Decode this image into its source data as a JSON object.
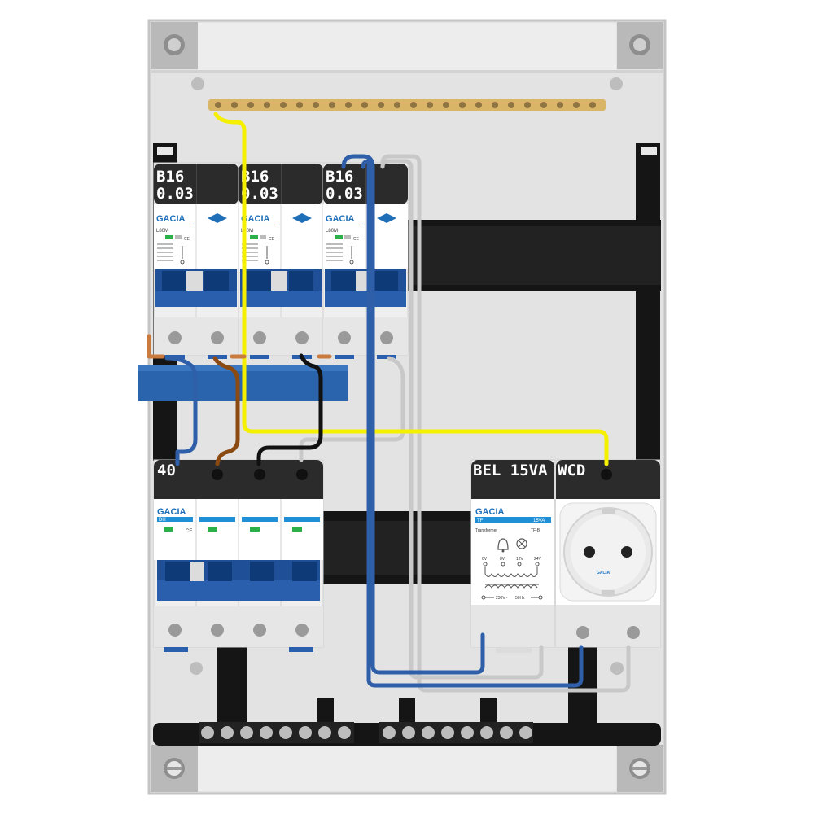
{
  "brand": "GACIA",
  "rcbos": [
    {
      "rating": "B16",
      "sensitivity": "0.03",
      "model": "L80M"
    },
    {
      "rating": "B16",
      "sensitivity": "0.03",
      "model": "L80M"
    },
    {
      "rating": "B16",
      "sensitivity": "0.03",
      "model": "L80M"
    }
  ],
  "main_switch": {
    "label": "40",
    "model": "DH"
  },
  "bell_transformer": {
    "label": "BEL 15VA",
    "model": "TF",
    "power": "15VA",
    "type_text": "Transformer",
    "code": "TF-B",
    "voltages": [
      "0V",
      "8V",
      "12V",
      "24V"
    ],
    "input": "230V~",
    "frequency": "50Hz"
  },
  "socket": {
    "label": "WCD",
    "brand": "GACIA"
  },
  "colors": {
    "yellow_wire": "#f5ef00",
    "blue_wire": "#2f5fa8",
    "brown_wire": "#8b4a12",
    "black_wire": "#111111",
    "grey_wire": "#c8c8c8",
    "brand": "#1f6fb8",
    "busbar": "#2a64ad",
    "enclosure": "#e3e3e3"
  },
  "icons": [
    "screw-icon",
    "bell-icon",
    "lamp-icon",
    "diamond-logo-icon",
    "ce-mark-icon"
  ]
}
